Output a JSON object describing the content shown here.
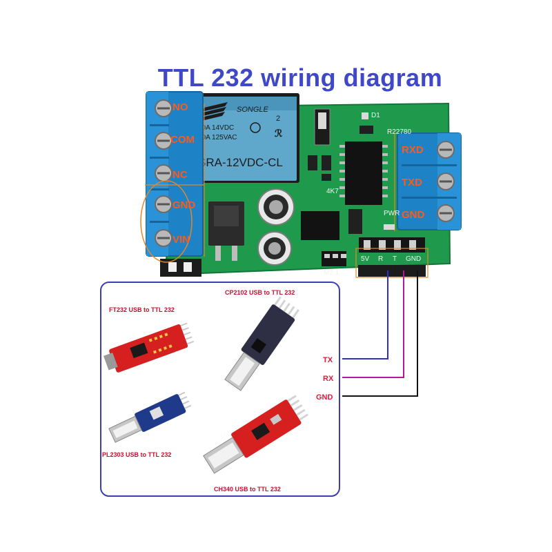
{
  "title": "TTL 232 wiring diagram",
  "relay": {
    "brand": "SONGLE",
    "rating1": "20A 14VDC",
    "rating2": "20A 125VAC",
    "model": "SRA-12VDC-CL",
    "pin_mark": "2"
  },
  "left_terminals": [
    "NO",
    "COM",
    "NC",
    "GND",
    "VIN"
  ],
  "right_terminals": [
    "RXD",
    "TXD",
    "GND"
  ],
  "board_silk": {
    "part_no": "R22780",
    "d1": "D1",
    "r4k7": "4K7",
    "pwr": "PWR",
    "m21": "M2 1",
    "header": [
      "5V",
      "R",
      "T",
      "GND"
    ]
  },
  "connections": [
    "TX",
    "RX",
    "GND"
  ],
  "adapters": {
    "ft232": "FT232  USB to TTL 232",
    "cp2102": "CP2102 USB to TTL 232",
    "pl2303": "PL2303 USB to TTL 232",
    "ch340": "CH340  USB to TTL 232"
  },
  "colors": {
    "title": "#3f48c6",
    "pcb": "#1f9a4c",
    "terminal": "#1e82c6",
    "label": "#ff5a1a",
    "panel_border": "#3c3cb4",
    "wire_tx": "#2e2ec8",
    "wire_rx": "#b01a9a",
    "wire_gnd": "#111111"
  }
}
